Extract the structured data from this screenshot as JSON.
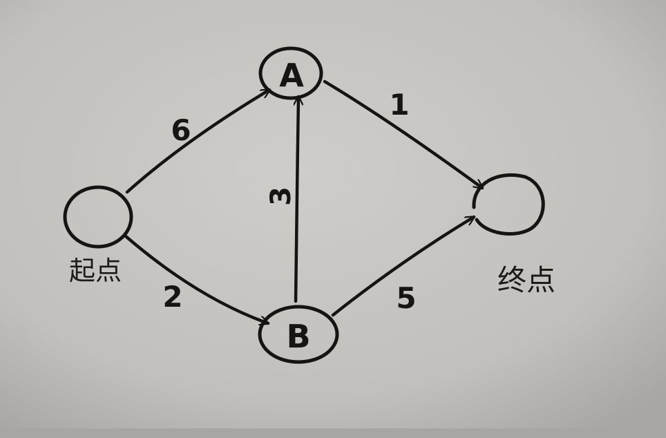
{
  "graph": {
    "nodes": [
      {
        "id": "start",
        "letter": "",
        "caption": "起点"
      },
      {
        "id": "A",
        "letter": "A",
        "caption": ""
      },
      {
        "id": "B",
        "letter": "B",
        "caption": ""
      },
      {
        "id": "end",
        "letter": "",
        "caption": "终点"
      }
    ],
    "edges": [
      {
        "from": "start",
        "to": "A",
        "weight": "6"
      },
      {
        "from": "start",
        "to": "B",
        "weight": "2"
      },
      {
        "from": "B",
        "to": "A",
        "weight": "3"
      },
      {
        "from": "A",
        "to": "end",
        "weight": "1"
      },
      {
        "from": "B",
        "to": "end",
        "weight": "5"
      }
    ]
  },
  "colors": {
    "paper": "#c8c6c2",
    "ink": "#151412"
  }
}
